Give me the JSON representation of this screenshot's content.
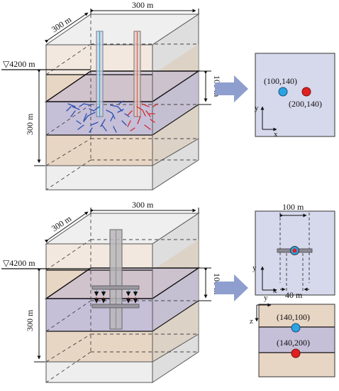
{
  "top_block": {
    "width_label": "300 m",
    "depth_label": "300 m",
    "elevation_label": "▽4200 m",
    "height_label": "300 m",
    "layer_label": "100 m"
  },
  "top_plan": {
    "axis_x": "x",
    "axis_y": "y",
    "well_a_label": "(100,140)",
    "well_b_label": "(200,140)"
  },
  "bottom_block": {
    "width_label": "300 m",
    "depth_label": "300 m",
    "elevation_label": "▽4200 m",
    "height_label": "300 m",
    "layer_label": "100 m"
  },
  "bottom_plan": {
    "axis_x": "x",
    "axis_y": "y",
    "span_label": "100 m",
    "spacing_label": "40 m"
  },
  "bottom_section": {
    "axis_y": "y",
    "axis_z": "z",
    "point_a_label": "(140,100)",
    "point_b_label": "(140,200)"
  },
  "colors": {
    "layer_tan": "#e8d6c4",
    "layer_purple": "#c6bfd8",
    "plan_fill": "#d6d8ec",
    "arrow": "#8e9fcf",
    "injection_blue": "#2aa3e0",
    "production_red": "#e02020",
    "fracture_blue": "#2b4fb0",
    "fracture_red": "#d32a2a"
  }
}
